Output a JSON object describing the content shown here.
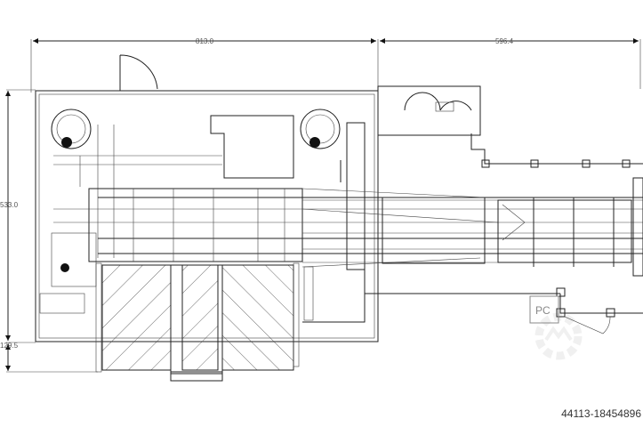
{
  "drawing": {
    "dimensions": {
      "top_left_width": "813.0",
      "top_right_width": "596.4",
      "left_height": "533.0",
      "left_lower_height": "129.5"
    },
    "pc_label": "PC",
    "reference_number": "44113-18454896"
  },
  "colors": {
    "line": "#222222",
    "watermark": "#e6e6e6"
  }
}
